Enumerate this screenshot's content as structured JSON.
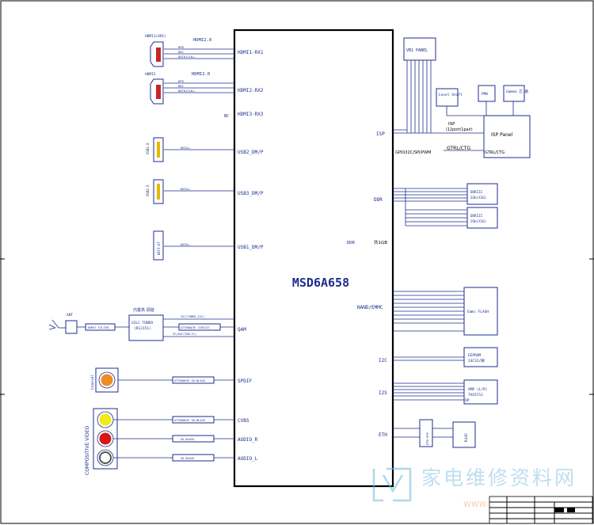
{
  "chip": {
    "name": "MSD6A658"
  },
  "left_ports": {
    "hdmi1_rx": "HDMI1-RX1",
    "hdmi2_rx": "HDMI2-RX2",
    "hdmi3_rx": "HDMI3-RX3",
    "usb2": "USB2_DM/P",
    "usb3": "USB3_DM/P",
    "usb1": "USB1_DM/P",
    "qam": "QAM",
    "spdif": "SPDIF",
    "cvbs": "CVBS",
    "audio_r": "AUDIO_R",
    "audio_l": "AUDIO_L"
  },
  "right_ports": {
    "isp": "ISP",
    "gpio": "GPIO/I2C/SPI/PWM",
    "ddr": "DDR",
    "ddr_inner": "DDR",
    "ddr_size": "共1GB",
    "nand": "NAND/EMMC",
    "i2c": "I2C",
    "i2s": "I2S",
    "eth": "ETH"
  },
  "hdmi": {
    "hdmi1_ver": "HDMI2.0",
    "hdmi2_ver": "HDMI2.0",
    "hdmi1_name": "HDMI1(ARC)",
    "hdmi2_name": "HDMI2",
    "nc": "NC",
    "sig1": [
      "HPD",
      "DDC",
      "DATA/CLK+-"
    ],
    "sig2": [
      "HPD",
      "DDC",
      "DATA/CLK+-"
    ]
  },
  "usb": {
    "usb1_label": "USB2.0",
    "usb2_label": "USB2.0",
    "data1": "DATA+-",
    "data2": "DATA+-",
    "wifi": "WIFI-ET",
    "data3": "DATA+-"
  },
  "tuner": {
    "ant": "ANT",
    "ant_note": "INPUT FILTER",
    "title": "内置高 调谐",
    "model": "SILC TUNER",
    "sub": "(R12151)",
    "sig": [
      "I2C(TUNER_I2C)",
      "ATTENUATE CIRCUIT",
      "IF/AGC(TUN-IC)"
    ]
  },
  "av": {
    "coaxial": "Coaxial",
    "composite": "COMPOSITIVE VIDEO",
    "spdif_path": "ATTENUATE SO-BLOCK",
    "cvbs_path": "ATTENUATE SO-BLOCK",
    "r_path": "SO-BLOCK",
    "l_path": "SO-BLOCK"
  },
  "panel": {
    "vbi": "VB1 PANEL",
    "level": "Level Shift",
    "pmu": "PMU",
    "gamma": "Gamma 芯 路",
    "isp_panel": "ISP Panel",
    "isp_note1": "ISP",
    "isp_note2": "(12port/1pair)",
    "gtrl": "GTRL/CTG",
    "gtrl2": "GTRL/CTG"
  },
  "memory": {
    "ddr1_a": "DDRIII",
    "ddr1_b": "2Gb(X16)",
    "ddr2_a": "DDRIII",
    "ddr2_b": "2Gb(X16)",
    "emmc": "Emmc FLASH",
    "eeprom_a": "EEPROM",
    "eeprom_b": "24C32/脚",
    "amp_a": "AMP (L/R)",
    "amp_b": "TAS5711",
    "amp_c": "OP",
    "eth_phy": "ETH PHY",
    "rj45": "RJ45"
  },
  "watermark": {
    "text": "家电维修资料网",
    "url": "www.52"
  }
}
